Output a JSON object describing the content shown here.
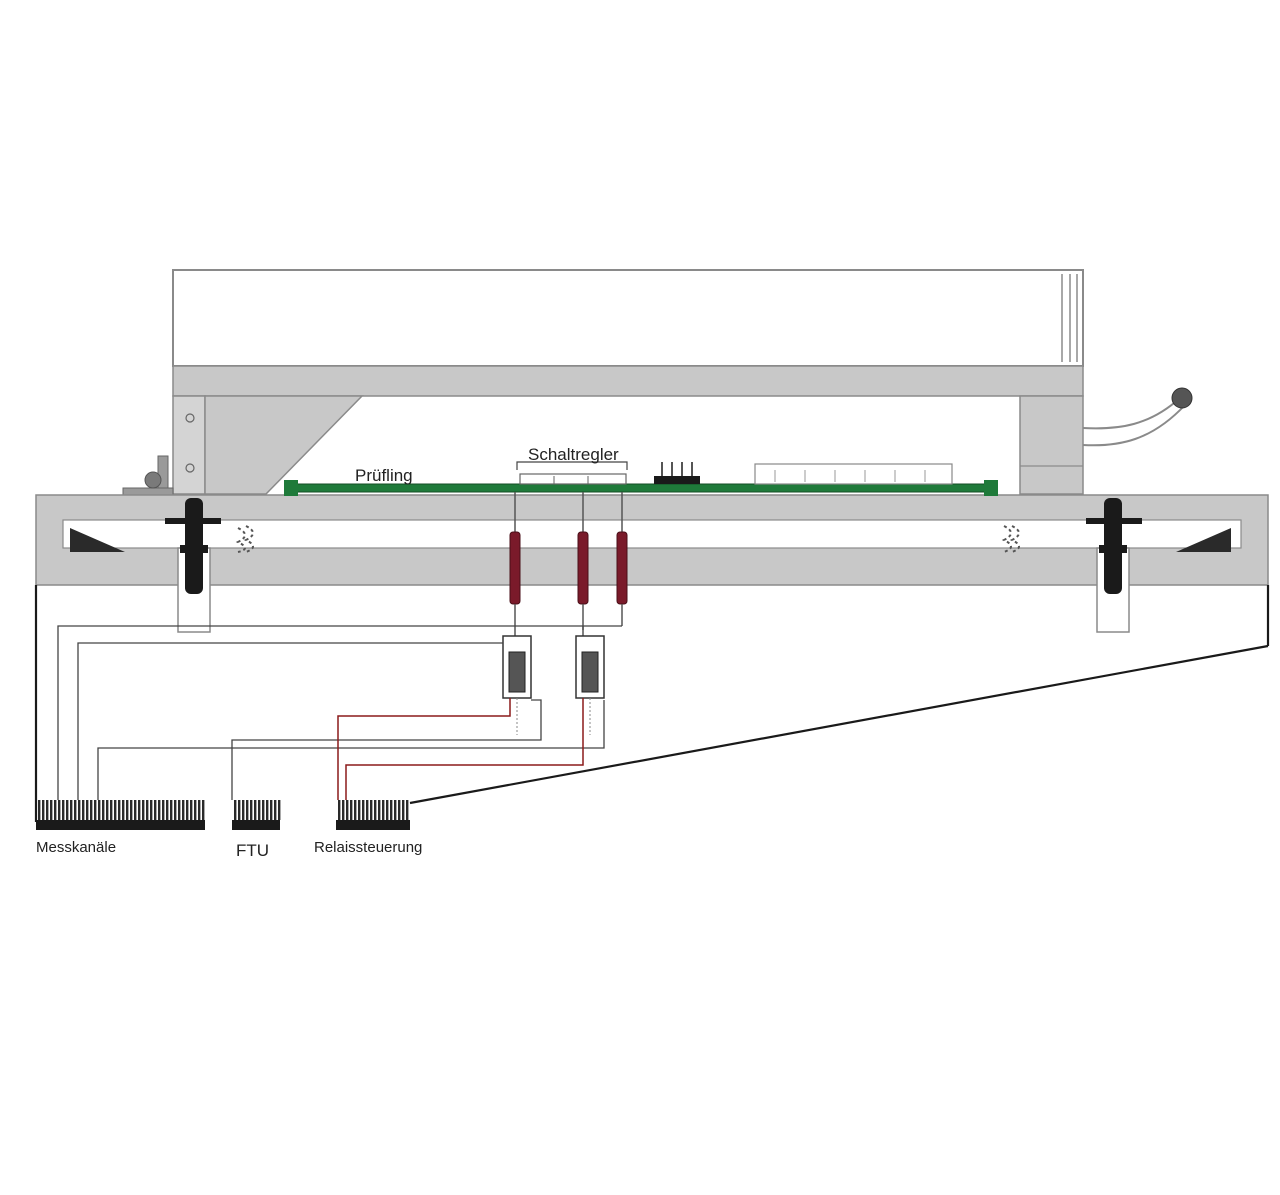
{
  "labels": {
    "pruefling": "Prüfling",
    "schaltregler": "Schaltregler",
    "messkanaele": "Messkanäle",
    "ftu": "FTU",
    "relaissteuerung": "Relaissteuerung"
  },
  "colors": {
    "frame_gray": "#c8c8c8",
    "outline": "#8a8a8a",
    "pcb_green": "#1f7a3a",
    "probe_maroon": "#7a1a2a",
    "relay_wire": "#8b1a1a",
    "connector_black": "#1a1a1a"
  }
}
